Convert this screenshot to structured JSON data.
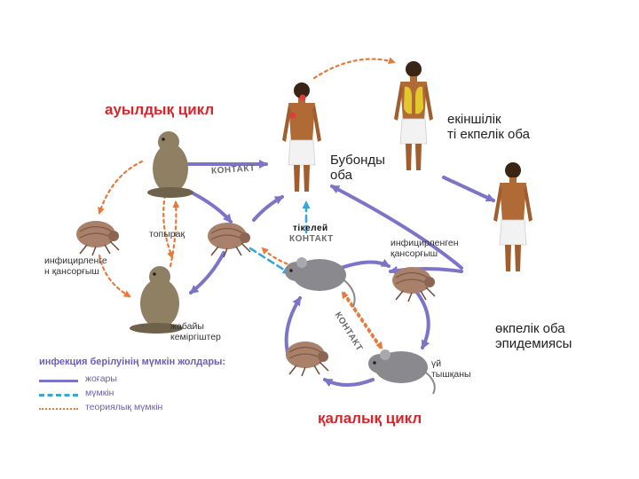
{
  "labels": {
    "rural_cycle": "ауылдық цикл",
    "urban_cycle": "қалалық цикл",
    "secondary_plague": "екіншілік\nті екпелік оба",
    "bubonic_plague": "Бубонды\nоба",
    "pneumonic_epidemic": "өкпелік оба\nэпидемиясы",
    "soil": "топырақ",
    "infected_flea_left": "инфицирленге\nн қансорғыш",
    "infected_flea_right": "инфицирленген\nқансорғыш",
    "wild_rodents": "жабайы\nкеміргіштер",
    "house_mouse": "үй\nтышқаны",
    "contact_top": "КОНТАКТ",
    "direct_contact_1": "тікелей",
    "direct_contact_2": "КОНТАКТ",
    "contact_diag": "КОНТАКТ"
  },
  "legend": {
    "title": "инфекция берілуінің мүмкін жолдары:",
    "items": [
      {
        "label": "жоғары",
        "color": "#7b74c9",
        "style": "solid"
      },
      {
        "label": "мүмкін",
        "color": "#3aa6d8",
        "style": "dashed"
      },
      {
        "label": "теориялық мүмкін",
        "color": "#e8793a",
        "style": "dotted"
      }
    ]
  },
  "colors": {
    "high": "#7b74c9",
    "possible": "#3aa6d8",
    "theoretical": "#e8793a",
    "title_red": "#d4262b",
    "skin": "#b06a36",
    "cloth": "#f2f2f2",
    "lung": "#e2c72e",
    "flea": "#a9806a",
    "rodent": "#8f7f63",
    "mouse": "#8a8a8e"
  }
}
